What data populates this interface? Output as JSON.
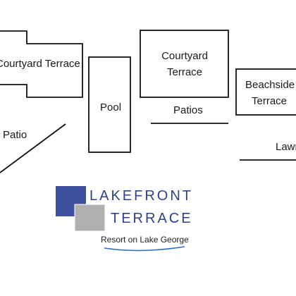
{
  "areas": {
    "courtyard_terrace_left": "Courtyard Terrace",
    "courtyard_terrace_center_line1": "Courtyard",
    "courtyard_terrace_center_line2": "Terrace",
    "pool": "Pool",
    "patios": "Patios",
    "patio": "Patio",
    "beachside_terrace_line1": "Beachside",
    "beachside_terrace_line2": "Terrace",
    "lawn": "Lawn"
  },
  "logo": {
    "line1": "LAKEFRONT",
    "line2": "TERRACE",
    "tagline": "Resort on Lake George",
    "colors": {
      "blue": "#3f4fa0",
      "gray": "#b0b0b0",
      "text": "#2f3f8f",
      "wave": "#2a6fbf"
    }
  }
}
